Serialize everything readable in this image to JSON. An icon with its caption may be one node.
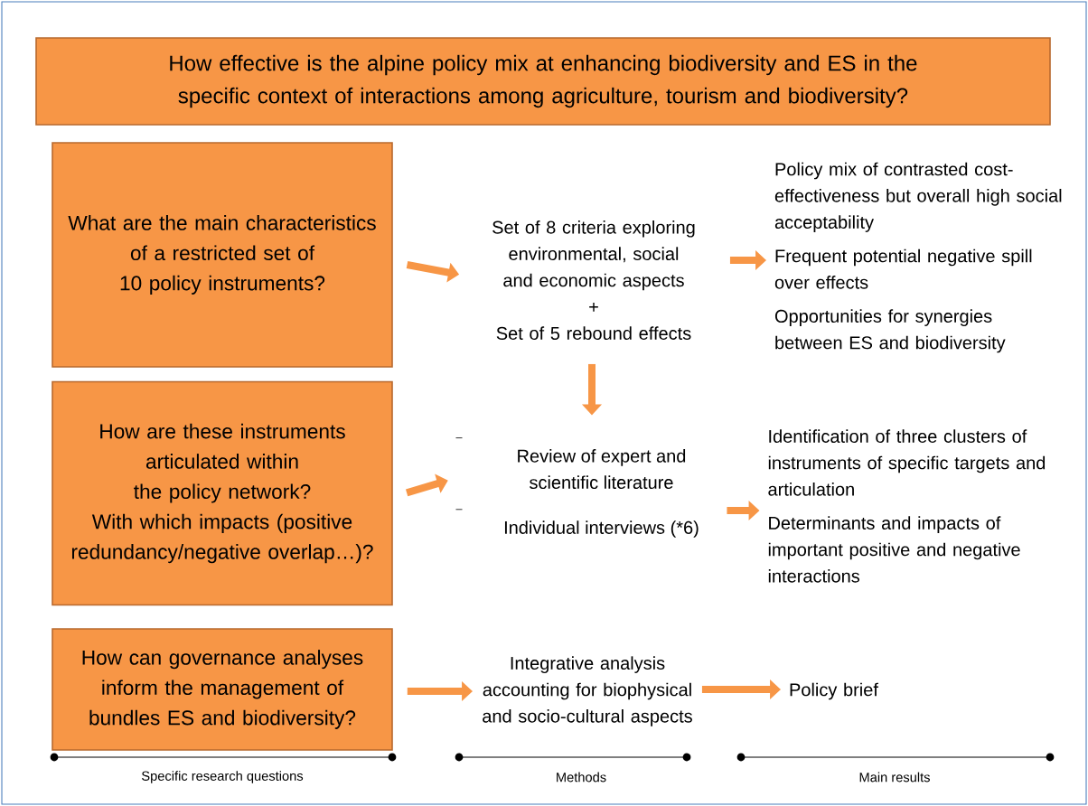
{
  "diagram": {
    "nodes": [
      {
        "text": [
          "How effective is the alpine policy mix at enhancing biodiversity and ES in the specific context of interactions among agriculture, tourism and biodiversity?"
        ]
      },
      {
        "text": [
          "What are the main characteristics of a restricted set of 10 policy instruments?"
        ]
      },
      {
        "text": [
          "Set of 8 criteria exploring environmental, social and economic aspects",
          "+",
          "Set of 5 rebound effects"
        ]
      },
      {
        "text": [
          "Policy mix of contrasted cost-effectiveness but overall high social acceptability",
          "Frequent potential negative spill over effects",
          "Opportunities for synergies between ES and biodiversity"
        ]
      },
      {
        "text": [
          "How are these instruments articulated within the policy network?",
          "With which impacts (positive redundancy/negative overlap…)?"
        ]
      },
      {
        "text": [
          "Review of expert and scientific literature",
          "Individual interviews (*6)"
        ]
      },
      {
        "text": [
          "Identification of three clusters of instruments of specific targets and articulation",
          "Determinants and impacts of important positive and negative interactions"
        ]
      },
      {
        "text": [
          "How can governance analyses inform the management of bundles ES and biodiversity?"
        ]
      },
      {
        "text": [
          "Integrative analysis accounting for biophysical and socio-cultural aspects"
        ]
      },
      {
        "text": [
          "Policy brief"
        ]
      }
    ],
    "edges": [
      {
        "from": 1,
        "to": 2,
        "arrow": "to"
      },
      {
        "from": 2,
        "to": 3,
        "arrow": "to"
      },
      {
        "from": 2,
        "to": 5,
        "arrow": "to"
      },
      {
        "from": 4,
        "to": 5,
        "arrow": "to"
      },
      {
        "from": 5,
        "to": 6,
        "arrow": "to"
      },
      {
        "from": 7,
        "to": 8,
        "arrow": "to"
      },
      {
        "from": 8,
        "to": 9,
        "arrow": "to"
      }
    ],
    "labels": [
      "Specific research questions",
      "Methods",
      "Main results"
    ]
  }
}
